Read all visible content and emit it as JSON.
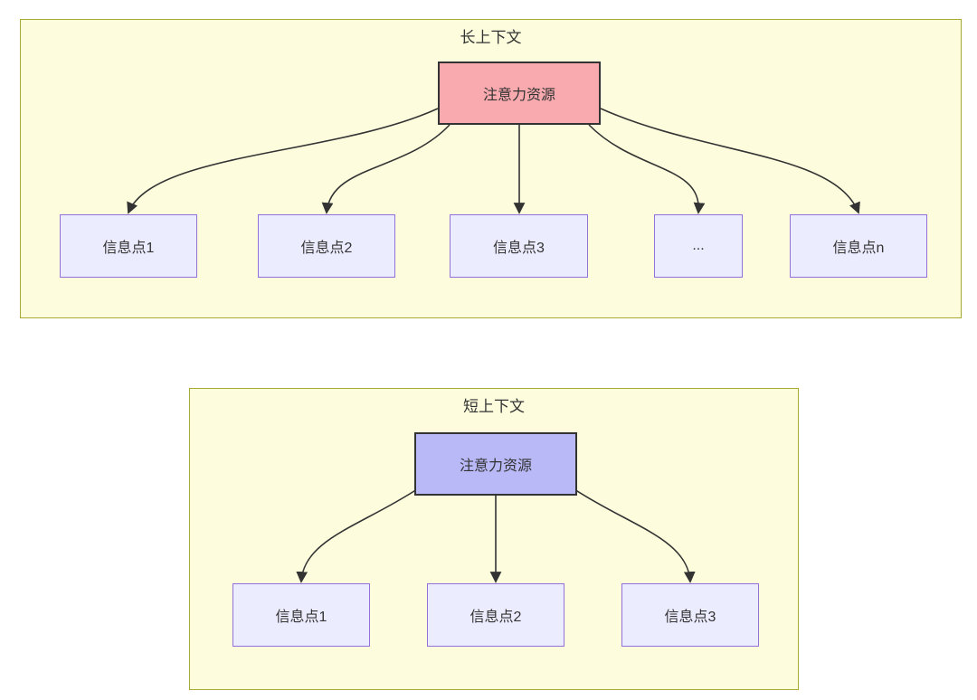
{
  "diagram": {
    "type": "flowchart",
    "groups": [
      {
        "id": "long-context",
        "title": "长上下文",
        "root": {
          "label": "注意力资源"
        },
        "children": [
          "信息点1",
          "信息点2",
          "信息点3",
          "...",
          "信息点n"
        ]
      },
      {
        "id": "short-context",
        "title": "短上下文",
        "root": {
          "label": "注意力资源"
        },
        "children": [
          "信息点1",
          "信息点2",
          "信息点3"
        ]
      }
    ],
    "colors": {
      "container_fill": "#fdfdde",
      "container_border": "#aaaa33",
      "node_fill": "#ececff",
      "node_border": "#9370db",
      "root_border": "#333333",
      "line": "#333333",
      "long_root_fill": "#f9aaaf",
      "short_root_fill": "#b9b9f8",
      "text": "#333333",
      "page_background": "#ffffff"
    }
  }
}
